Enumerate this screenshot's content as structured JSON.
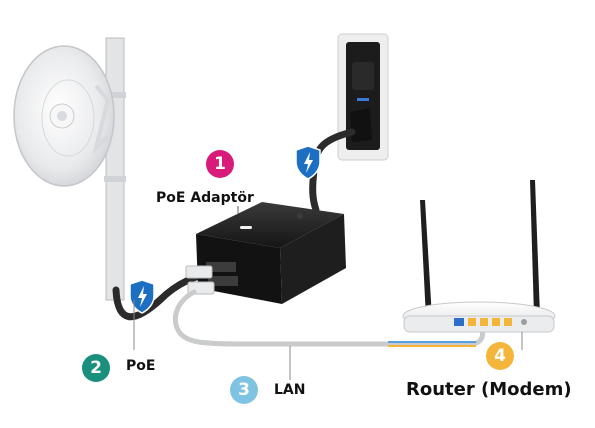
{
  "callouts": [
    {
      "number": "1",
      "label": "PoE Adaptör",
      "color": "#d81b7a"
    },
    {
      "number": "2",
      "label": "PoE",
      "color": "#1a8f7c"
    },
    {
      "number": "3",
      "label": "LAN",
      "color": "#7fc3e3"
    },
    {
      "number": "4",
      "label": "Router (Modem)",
      "color": "#f3b63b"
    }
  ],
  "colors": {
    "shield": "#1d6fc2",
    "cable_dark": "#2b2b2b",
    "cable_light": "#c9cbcc",
    "device": "#1b1b1b",
    "router": "#f4f4f4"
  },
  "icons": [
    "lightning-shield-icon",
    "power-outlet-icon",
    "dish-antenna-icon",
    "router-icon"
  ]
}
